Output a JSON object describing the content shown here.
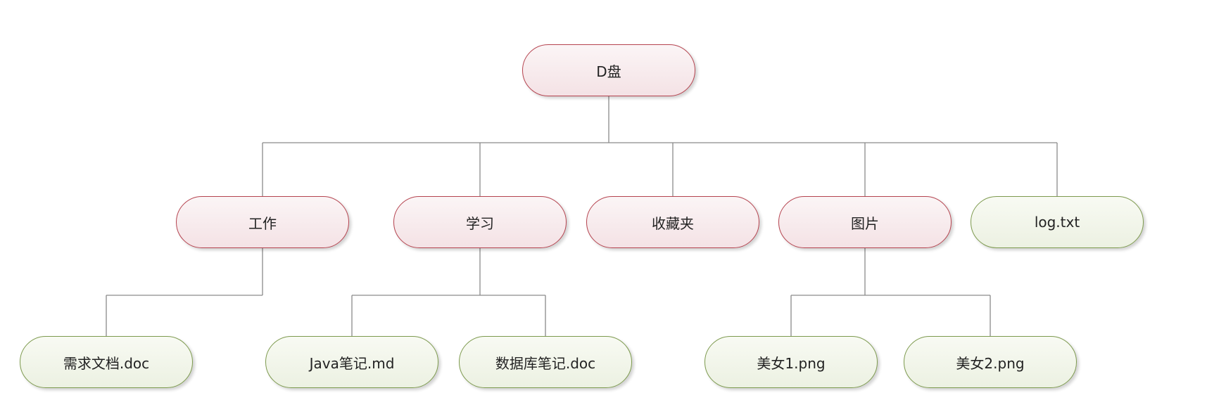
{
  "tree": {
    "root": {
      "label": "D盘",
      "kind": "folder"
    },
    "level1": [
      {
        "label": "工作",
        "kind": "folder"
      },
      {
        "label": "学习",
        "kind": "folder"
      },
      {
        "label": "收藏夹",
        "kind": "folder"
      },
      {
        "label": "图片",
        "kind": "folder"
      },
      {
        "label": "log.txt",
        "kind": "file"
      }
    ],
    "level2": [
      {
        "label": "需求文档.doc",
        "kind": "file",
        "parent": "工作"
      },
      {
        "label": "Java笔记.md",
        "kind": "file",
        "parent": "学习"
      },
      {
        "label": "数据库笔记.doc",
        "kind": "file",
        "parent": "学习"
      },
      {
        "label": "美女1.png",
        "kind": "file",
        "parent": "图片"
      },
      {
        "label": "美女2.png",
        "kind": "file",
        "parent": "图片"
      }
    ]
  },
  "colors": {
    "folder_border": "#b5434f",
    "folder_fill": "#f7ebed",
    "file_border": "#7d9a4e",
    "file_fill": "#f1f5ea",
    "connector": "#8a8a8a"
  }
}
